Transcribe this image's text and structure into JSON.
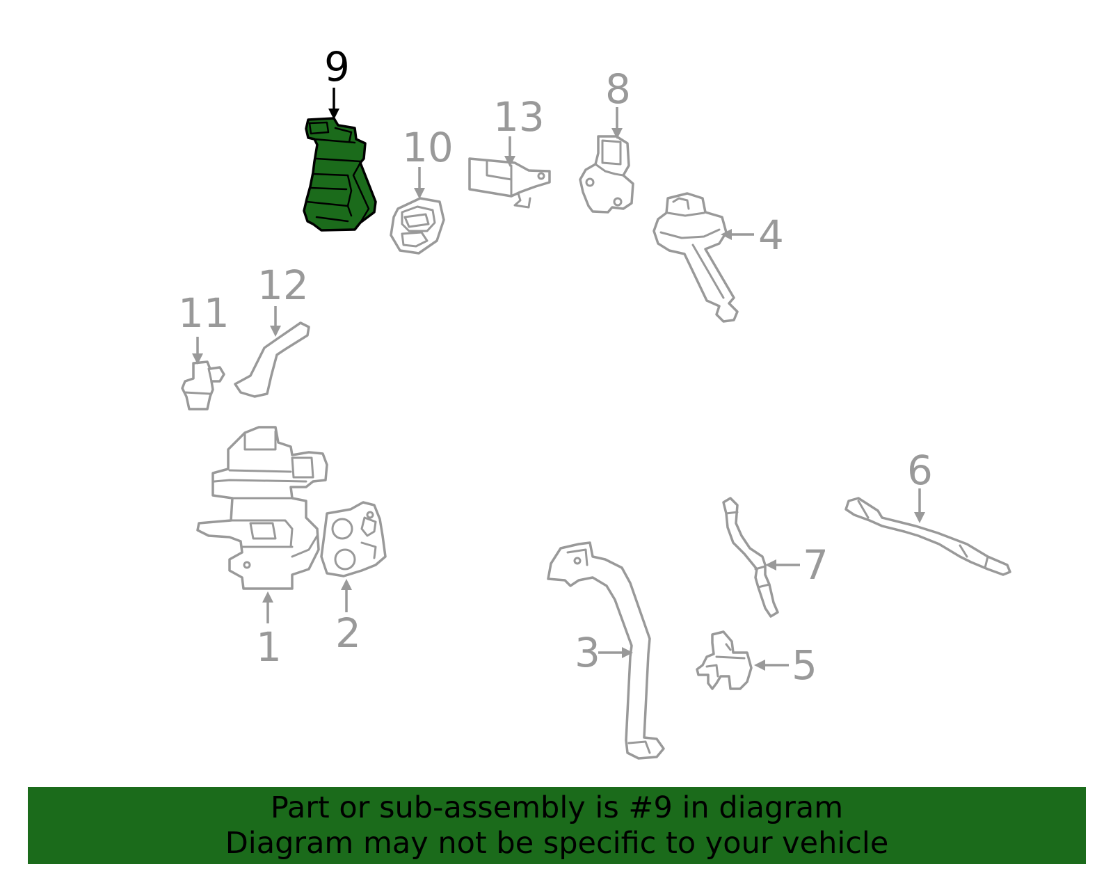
{
  "diagram": {
    "highlighted_part": "9",
    "highlight_color": "#1b6b1b",
    "callouts": {
      "c1": "1",
      "c2": "2",
      "c3": "3",
      "c4": "4",
      "c5": "5",
      "c6": "6",
      "c7": "7",
      "c8": "8",
      "c9": "9",
      "c10": "10",
      "c11": "11",
      "c12": "12",
      "c13": "13"
    }
  },
  "banner": {
    "line1": "Part or sub-assembly is #9 in diagram",
    "line2": "Diagram may not be specific to your vehicle",
    "background": "#1b6b1b"
  }
}
